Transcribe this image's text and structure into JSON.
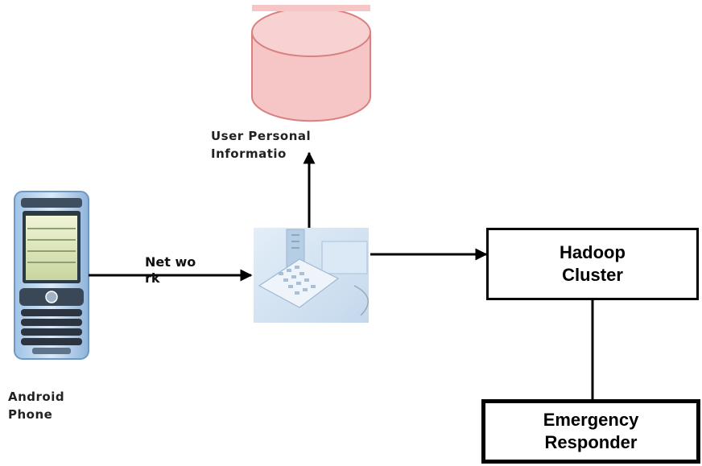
{
  "nodes": {
    "database": {
      "label_line1": "User Personal",
      "label_line2": "Informatio",
      "fill_color": "#f4b8b8",
      "stroke_color": "#d96a6a"
    },
    "phone": {
      "label_line1": "Android",
      "label_line2": "Phone"
    },
    "server": {
      "icon": "server-keyboard-icon"
    },
    "hadoop": {
      "label_line1": "Hadoop",
      "label_line2": "Cluster"
    },
    "responder": {
      "label_line1": "Emergency",
      "label_line2": "Responder"
    }
  },
  "edges": {
    "network": {
      "label_line1": "Net wo",
      "label_line2": "rk"
    }
  }
}
